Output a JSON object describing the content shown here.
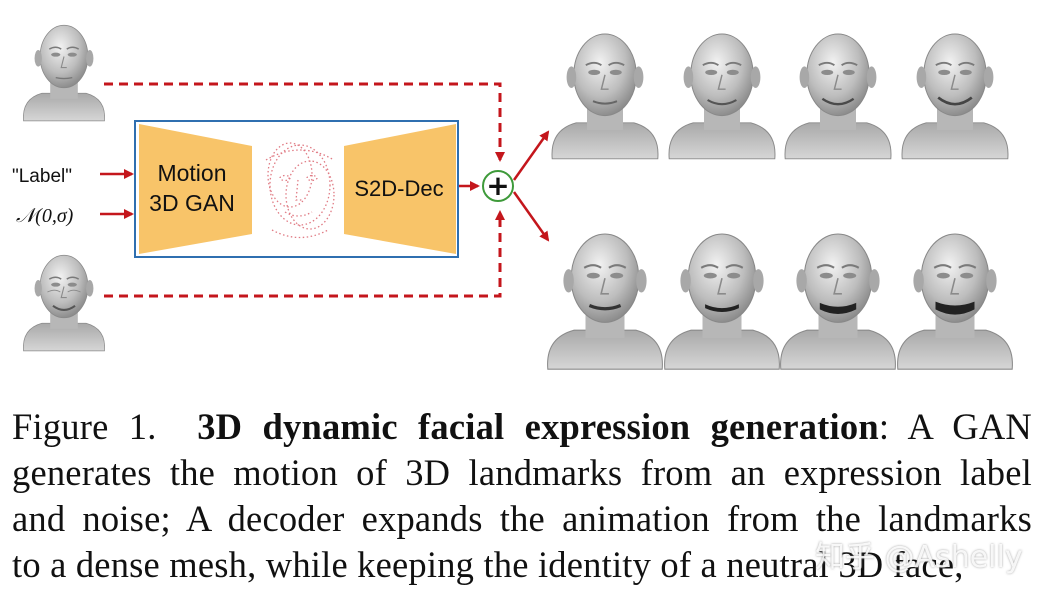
{
  "diagram": {
    "input_label": "\"Label\"",
    "input_noise": "𝒩(0,σ)",
    "encoder_label_line1": "Motion",
    "encoder_label_line2": "3D GAN",
    "decoder_label": "S2D-Dec",
    "combine_symbol": "+",
    "colors": {
      "arrow": "#c4161c",
      "block_fill": "#f8c469",
      "frame": "#2f6fb0",
      "combine_ring": "#3e9a3a"
    },
    "icons": [
      "neutral-face-icon",
      "smiling-face-icon",
      "landmark-cloud-icon",
      "expression-face-icon"
    ]
  },
  "caption": {
    "prefix": "Figure 1.",
    "bold_title": "3D dynamic facial expression generation",
    "line1_rest": ": A GAN",
    "line2": "generates the motion of 3D landmarks from an expression label",
    "line3": "and noise; A decoder expands the animation from the landmarks",
    "line4": "to a dense mesh, while keeping the identity of a neutral 3D face,"
  },
  "watermark": "知乎 @Ashelly"
}
